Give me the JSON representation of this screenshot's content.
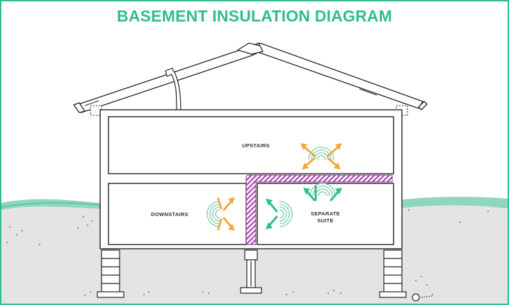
{
  "title": "BASEMENT INSULATION DIAGRAM",
  "labels": {
    "upstairs": "UPSTAIRS",
    "downstairs": "DOWNSTAIRS",
    "suite_line1": "SEPARATE",
    "suite_line2": "SUITE"
  },
  "colors": {
    "accent": "#2ebd8c",
    "heat_arrow": "#f2a93b",
    "insulation": "#b04fb8",
    "ground": "#e4e4e4",
    "grass": "#8fd6bd",
    "outline": "#222222"
  },
  "icons": {
    "upstairs_heat": "heat-wave-arrows-icon",
    "downstairs_heat": "heat-wave-arrows-icon",
    "suite_heat_up": "heat-wave-arrows-icon",
    "suite_heat_left": "heat-wave-arrows-icon"
  }
}
